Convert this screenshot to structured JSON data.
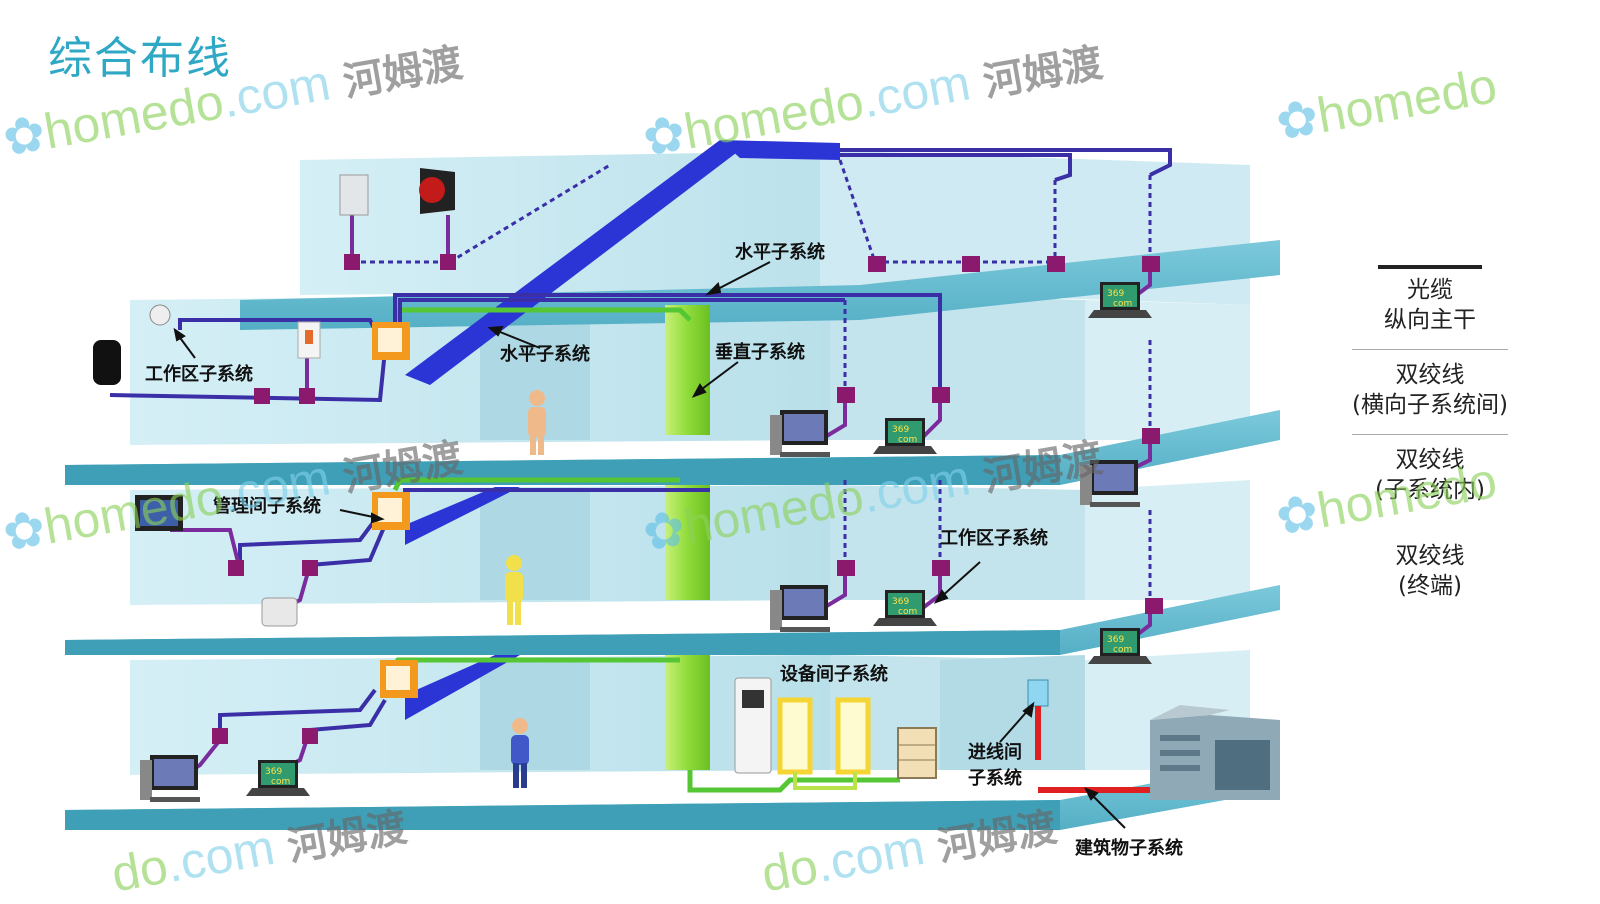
{
  "page": {
    "title": "综合布线"
  },
  "labels": {
    "horizontal_top": "水平子系统",
    "horizontal_mid": "水平子系统",
    "vertical": "垂直子系统",
    "work_area_left": "工作区子系统",
    "management": "管理间子系统",
    "work_area_right": "工作区子系统",
    "equipment_room": "设备间子系统",
    "entrance_1": "进线间",
    "entrance_2": "子系统",
    "building": "建筑物子系统"
  },
  "legend": {
    "fiber_1": "光缆",
    "fiber_2": "纵向主干",
    "twisted_h_1": "双绞线",
    "twisted_h_2": "(横向子系统间)",
    "twisted_in_1": "双绞线",
    "twisted_in_2": "(子系统内)",
    "twisted_end_1": "双绞线",
    "twisted_end_2": "(终端)"
  },
  "watermark": {
    "home": "home",
    "do": "do",
    "com": ".com",
    "cn": "河姆渡"
  },
  "screen_text": {
    "code": "369",
    "com": "com"
  },
  "colors": {
    "floor": "#5bb7cc",
    "wall": "#c7e8f0",
    "fiber": "#2b35d6",
    "vertical": "#8fdc3a",
    "twisted": "#3b2fa8",
    "outlet": "#8b1a6e",
    "cabinet": "#f39a1e",
    "entrance": "#e02020"
  }
}
